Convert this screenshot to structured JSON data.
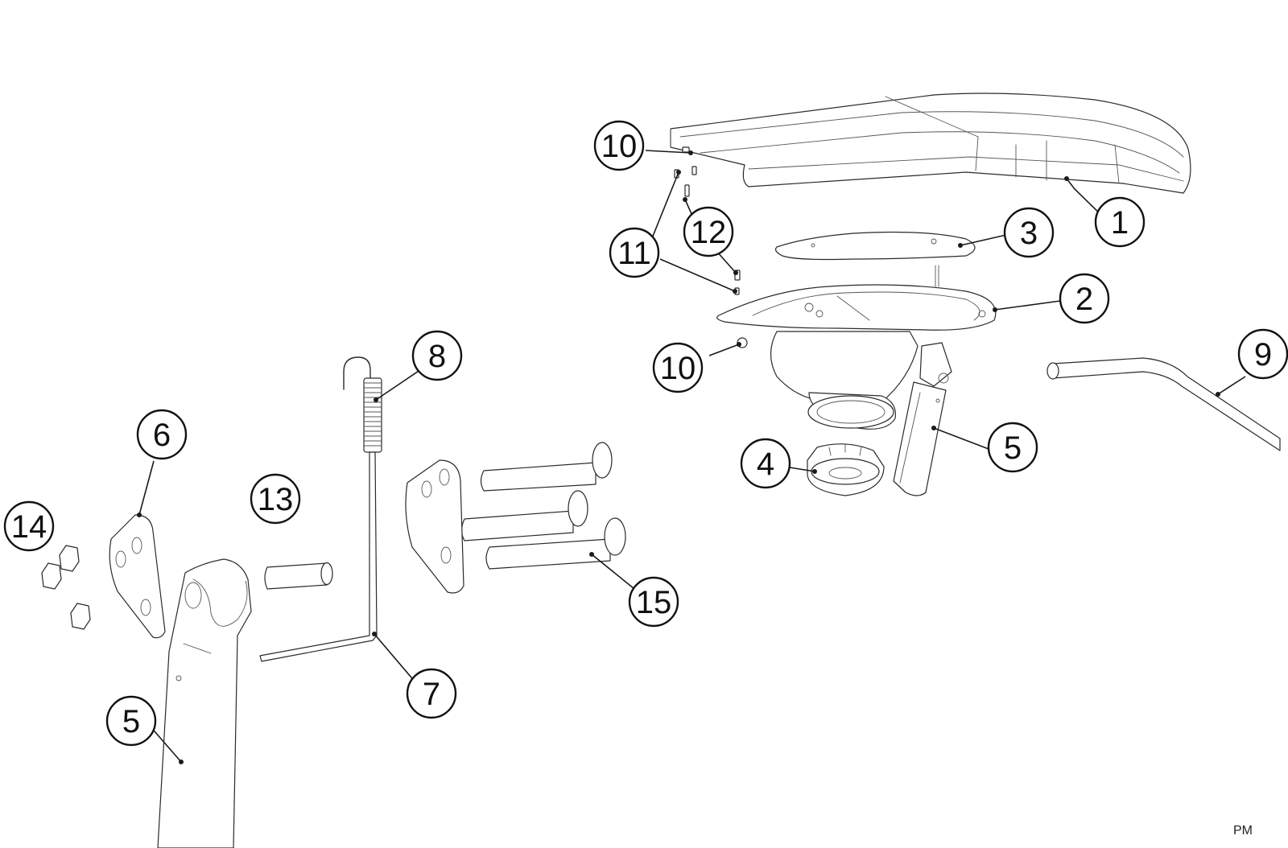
{
  "callouts": [
    {
      "id": "c1",
      "label": "1"
    },
    {
      "id": "c2",
      "label": "2"
    },
    {
      "id": "c3",
      "label": "3"
    },
    {
      "id": "c4",
      "label": "4"
    },
    {
      "id": "c5a",
      "label": "5"
    },
    {
      "id": "c5b",
      "label": "5"
    },
    {
      "id": "c6",
      "label": "6"
    },
    {
      "id": "c7",
      "label": "7"
    },
    {
      "id": "c8",
      "label": "8"
    },
    {
      "id": "c9",
      "label": "9"
    },
    {
      "id": "c10a",
      "label": "10"
    },
    {
      "id": "c10b",
      "label": "10"
    },
    {
      "id": "c11",
      "label": "11"
    },
    {
      "id": "c12",
      "label": "12"
    },
    {
      "id": "c13",
      "label": "13"
    },
    {
      "id": "c14",
      "label": "14"
    },
    {
      "id": "c15",
      "label": "15"
    }
  ],
  "corner_label": "PM",
  "colors": {
    "line": "#2a2a2a",
    "background": "#ffffff"
  }
}
